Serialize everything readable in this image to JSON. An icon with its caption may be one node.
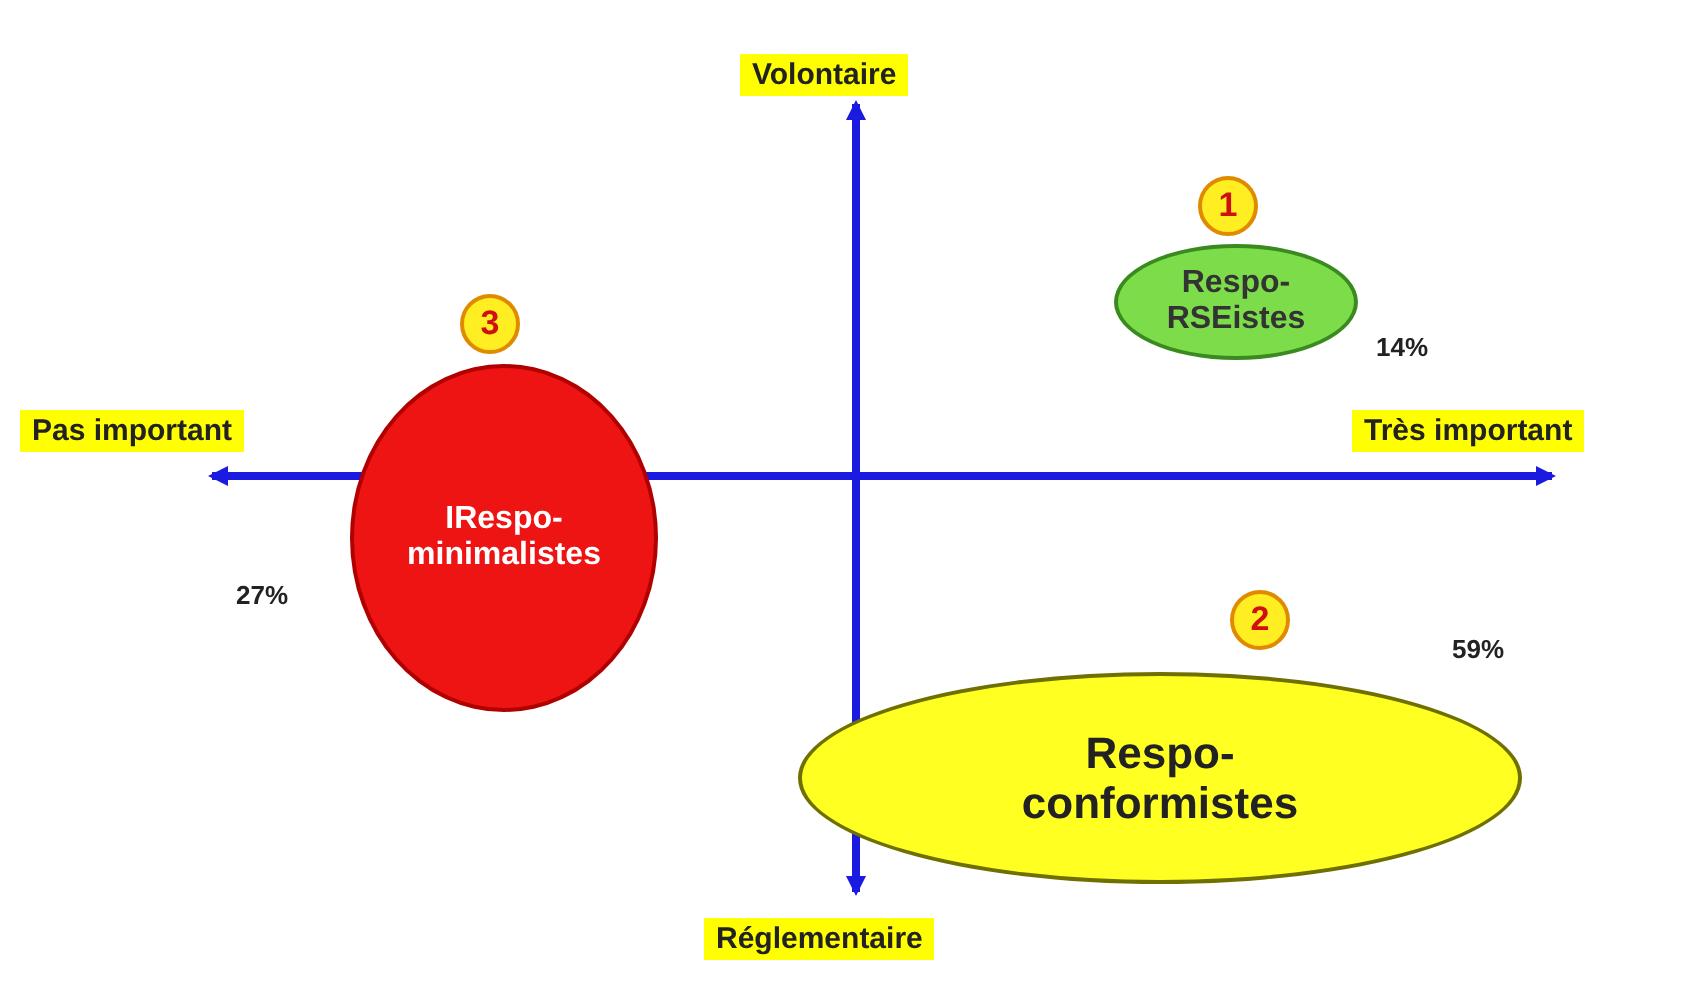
{
  "diagram": {
    "nodes": [
      {
        "text": [
          "1"
        ]
      },
      {
        "text": [
          "Respo- RSEistes"
        ],
        "beside": [
          "14%"
        ]
      },
      {
        "text": [
          "3"
        ]
      },
      {
        "text": [
          "IRespo- minimalistes"
        ],
        "beside": [
          "27%"
        ]
      },
      {
        "text": [
          "2"
        ]
      },
      {
        "text": [
          "Respo- conformistes"
        ],
        "beside": [
          "59%"
        ]
      }
    ],
    "labels": [
      "Volontaire",
      "Pas important",
      "Très important",
      "Réglementaire"
    ]
  }
}
